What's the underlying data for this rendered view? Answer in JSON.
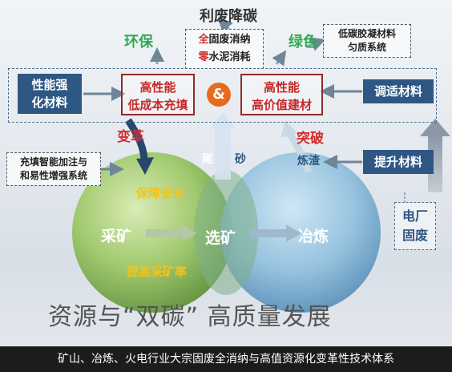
{
  "title": "利废降碳",
  "left_green": "环保",
  "right_green": "绿色",
  "zero_box": {
    "line1_red": "全",
    "line1_rest": "固废消纳",
    "line2_red": "零",
    "line2_rest": "水泥消耗"
  },
  "right_dashed": {
    "line1": "低碳胶凝材料",
    "line2": "匀质系统"
  },
  "perf_box": {
    "line1": "性能强",
    "line2": "化材料"
  },
  "fill_box": {
    "line1": "高性能",
    "line2": "低成本充填"
  },
  "amp": "&",
  "build_box": {
    "line1": "高性能",
    "line2": "高价值建材"
  },
  "adjust_label": "调适材料",
  "lift_label": "提升材料",
  "left_dashed": {
    "line1": "充填智能加注与",
    "line2": "和易性增强系统"
  },
  "change_label": "变革",
  "breakthrough_label": "突破",
  "slag_label": "炼渣",
  "tailings": {
    "part1": "尾",
    "part2": "砂"
  },
  "plant_box": {
    "line1": "电厂",
    "line2": "固废"
  },
  "circles": {
    "safe": "保障安全",
    "mining": "采矿",
    "selecting": "选矿",
    "smelting": "冶炼",
    "rate": "提高采矿率"
  },
  "bottom_title": "资源与“双碳”  高质量发展",
  "footer": "矿山、冶炼、火电行业大宗固废全消纳与高值资源化变革性技术体系"
}
